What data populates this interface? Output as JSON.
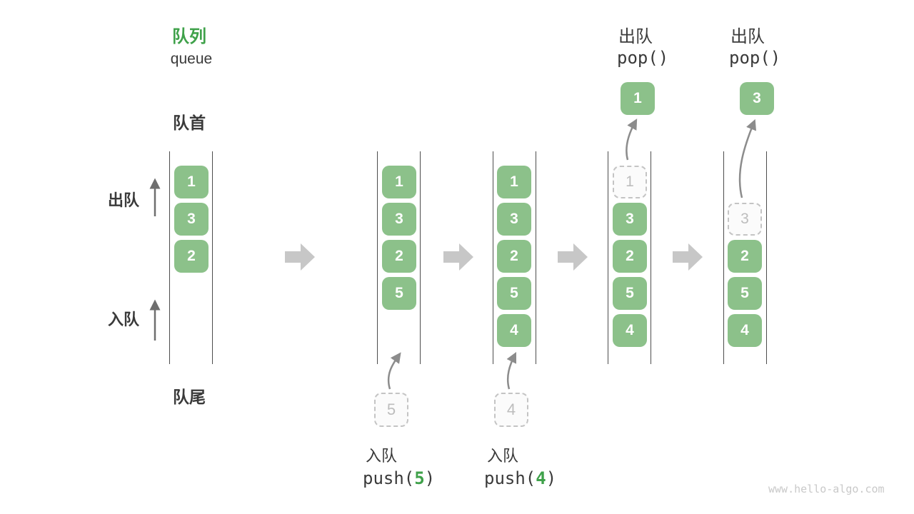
{
  "title": {
    "zh": "队列",
    "en": "queue"
  },
  "side_labels": {
    "front": "队首",
    "rear": "队尾",
    "dequeue": "出队",
    "enqueue": "入队"
  },
  "ops": {
    "push5": {
      "label": "入队",
      "fn": "push(",
      "arg": "5",
      "close": ")"
    },
    "push4": {
      "label": "入队",
      "fn": "push(",
      "arg": "4",
      "close": ")"
    },
    "pop1": {
      "label": "出队",
      "code": "pop()"
    },
    "pop2": {
      "label": "出队",
      "code": "pop()"
    }
  },
  "states": {
    "q1": {
      "s1": "1",
      "s2": "3",
      "s3": "2"
    },
    "q2": {
      "s1": "1",
      "s2": "3",
      "s3": "2",
      "s4": "5",
      "incoming": "5"
    },
    "q3": {
      "s1": "1",
      "s2": "3",
      "s3": "2",
      "s4": "5",
      "s5": "4",
      "incoming": "4"
    },
    "q4": {
      "ghost": "1",
      "s2": "3",
      "s3": "2",
      "s4": "5",
      "s5": "4",
      "popped": "1"
    },
    "q5": {
      "ghost": "3",
      "s3": "2",
      "s4": "5",
      "s5": "4",
      "popped": "3"
    }
  },
  "watermark": "www.hello-algo.com",
  "colors": {
    "accent_green": "#3FA14A",
    "box_green": "#8CC18A",
    "dark_text": "#3A3A3A",
    "ghost_border": "#C4C4C4",
    "ghost_text": "#BDBDBD",
    "curved_arrow": "#8C8C8C",
    "block_arrow": "#C7C7C7",
    "channel_line": "#4D4D4D",
    "watermark_gray": "#C9C9C9"
  }
}
